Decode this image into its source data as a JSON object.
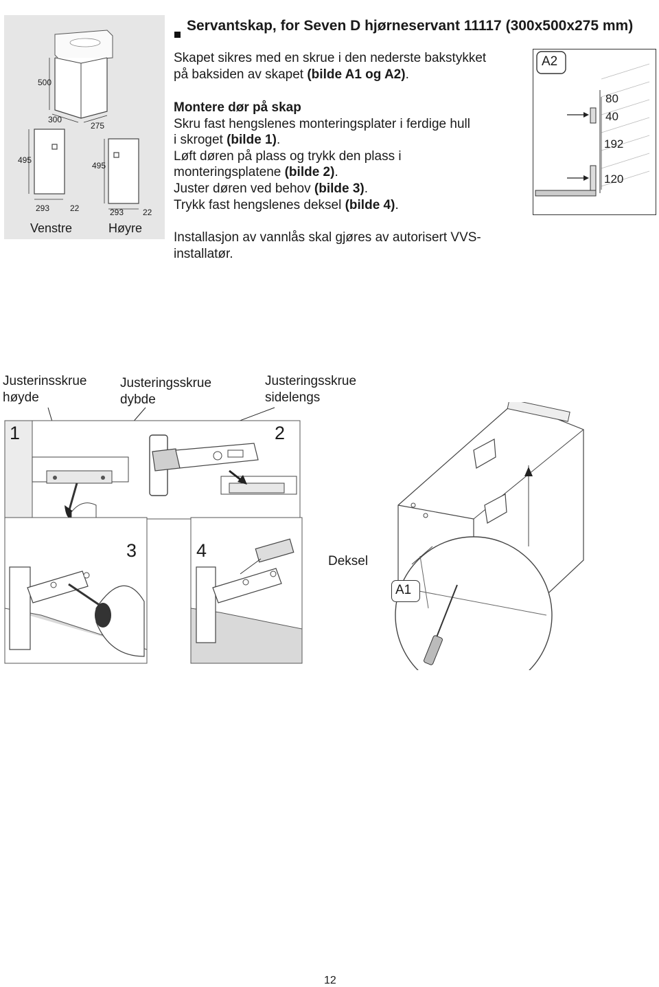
{
  "title": "Servantskap, for Seven D hjørneservant 11117 (300x500x275 mm)",
  "intro": {
    "line1": "Skapet sikres med en skrue i den nederste bakstykket",
    "line2_prefix": "på baksiden av skapet ",
    "line2_bold": "(bilde A1 og A2)",
    "line2_suffix": "."
  },
  "section": {
    "heading": "Montere dør på skap",
    "l1": "Skru fast hengslenes monteringsplater i ferdige hull",
    "l2_prefix": "i skroget ",
    "l2_bold": "(bilde 1)",
    "l2_suffix": ".",
    "l3": "Løft døren på plass og trykk den plass i",
    "l4_prefix": "monteringsplatene ",
    "l4_bold": "(bilde 2)",
    "l4_suffix": ".",
    "l5_prefix": "Juster døren ved behov ",
    "l5_bold": "(bilde 3)",
    "l5_suffix": ".",
    "l6_prefix": "Trykk fast hengslenes deksel ",
    "l6_bold": "(bilde 4)",
    "l6_suffix": "."
  },
  "note": {
    "l1": "Installasjon av vannlås skal gjøres av autorisert VVS-",
    "l2": "installatør."
  },
  "cabinet_figure": {
    "dim_height": "500",
    "dim_width": "300",
    "dim_depth": "275",
    "left_door_height": "495",
    "right_door_height": "495",
    "left_width": "293",
    "left_gap": "22",
    "right_width": "293",
    "right_gap": "22",
    "label_left": "Venstre",
    "label_right": "Høyre"
  },
  "a2_figure": {
    "label": "A2",
    "d80": "80",
    "d40": "40",
    "d192": "192",
    "d120": "120"
  },
  "callouts": {
    "height_l1": "Justerinsskrue",
    "height_l2": "høyde",
    "depth_l1": "Justeringsskrue",
    "depth_l2": "dybde",
    "side_l1": "Justeringsskrue",
    "side_l2": "sidelengs"
  },
  "steps": {
    "s1": "1",
    "s2": "2",
    "s3": "3",
    "s4": "4",
    "a1": "A1",
    "deksel": "Deksel"
  },
  "page_number": "12"
}
